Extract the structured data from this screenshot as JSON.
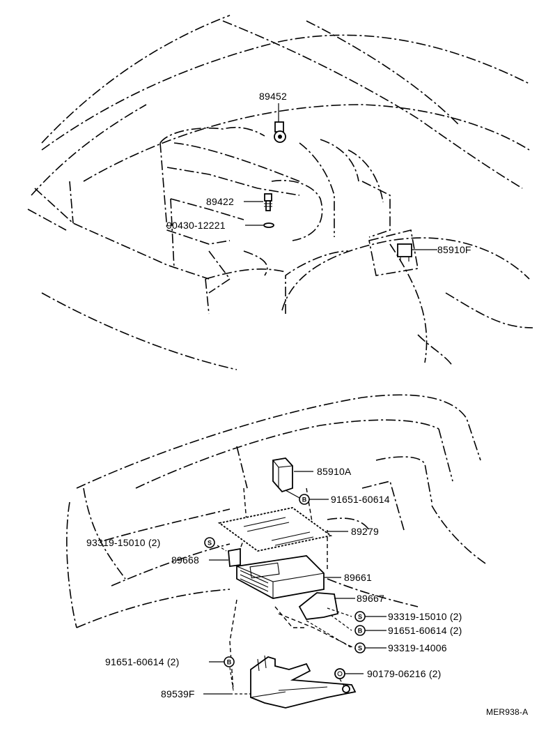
{
  "diagram_code": "MER938-A",
  "symbols": {
    "s": "S",
    "b": "B"
  },
  "parts": {
    "p89452": "89452",
    "p89422": "89422",
    "p90430": "90430-12221",
    "p85910F": "85910F",
    "p85910A": "85910A",
    "p91651_a": "91651-60614",
    "p89279": "89279",
    "p93319_a": "93319-15010 (2)",
    "p89668": "89668",
    "p89661": "89661",
    "p89667": "89667",
    "p93319_b": "93319-15010 (2)",
    "p91651_b": "91651-60614 (2)",
    "p93319_c": "93319-14006",
    "p91651_c": "91651-60614 (2)",
    "p90179": "90179-06216 (2)",
    "p89539F": "89539F"
  }
}
